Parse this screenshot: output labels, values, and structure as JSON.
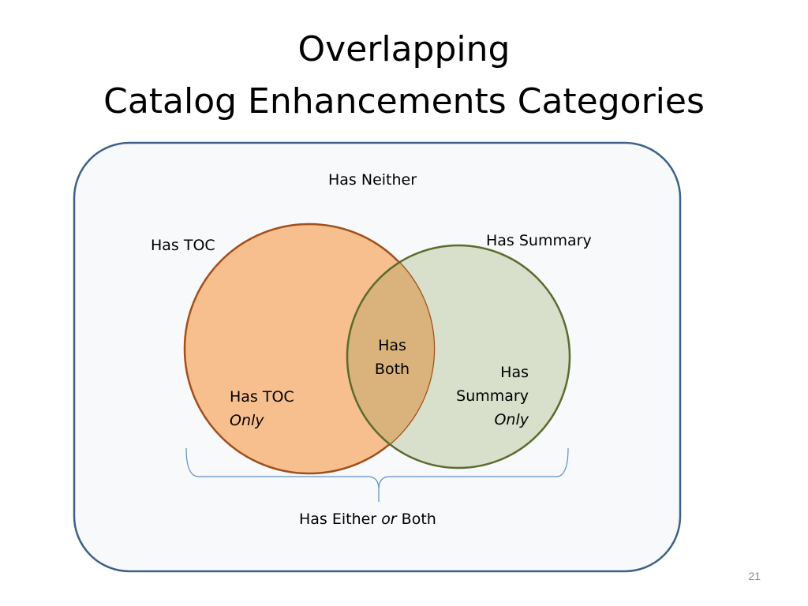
{
  "slide": {
    "title_line1": "Overlapping",
    "title_line2": "Catalog Enhancements Categories",
    "page_number": "21"
  },
  "venn": {
    "universe_label": "Has Neither",
    "set_a_label": "Has TOC",
    "set_b_label": "Has Summary",
    "a_only_label": "Has TOC",
    "a_only_emphasis": "Only",
    "b_only_label_line1": "Has",
    "b_only_label_line2": "Summary",
    "b_only_emphasis": "Only",
    "intersection_line1": "Has",
    "intersection_line2": "Both",
    "union_label_before": "Has Either ",
    "union_label_emphasis": "or",
    "union_label_after": " Both"
  },
  "colors": {
    "universe_fill": "#f7f9fb",
    "universe_stroke": "#3d6188",
    "set_a_fill": "#f7be8e",
    "set_a_stroke": "#a0501a",
    "set_b_fill": "#d8dfca",
    "set_b_stroke": "#5a6b2e",
    "intersection_fill": "#d9b27c",
    "brace_stroke": "#5b8fc7"
  }
}
